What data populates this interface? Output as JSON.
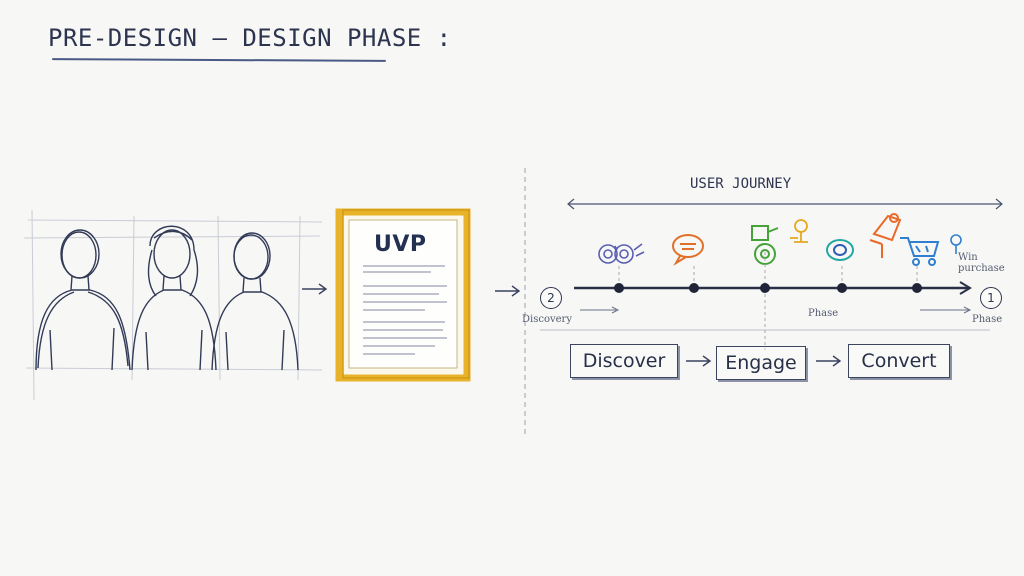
{
  "title": "PRE-DESIGN – DESIGN PHASE :",
  "uvp_document": {
    "heading": "UVP",
    "accent_color": "#e8b32a"
  },
  "journey": {
    "label": "USER JOURNEY",
    "start_marker": {
      "number": "2",
      "label": "Discovery"
    },
    "end_marker": {
      "number": "1",
      "label": "Phase"
    },
    "mid_label": "Phase",
    "right_label": "Win purchase",
    "touchpoints": [
      {
        "icon": "binoculars-icon",
        "color": "#5a5fb0"
      },
      {
        "icon": "chat-bubble-icon",
        "color": "#e0702a"
      },
      {
        "icon": "target-icon",
        "color": "#45a33a"
      },
      {
        "icon": "compass-icon",
        "color": "#22a8a0"
      },
      {
        "icon": "cart-icon",
        "color": "#2f7fd0"
      }
    ],
    "stages": [
      "Discover",
      "Engage",
      "Convert"
    ]
  },
  "personas": [
    "persona-1",
    "persona-2",
    "persona-3"
  ]
}
